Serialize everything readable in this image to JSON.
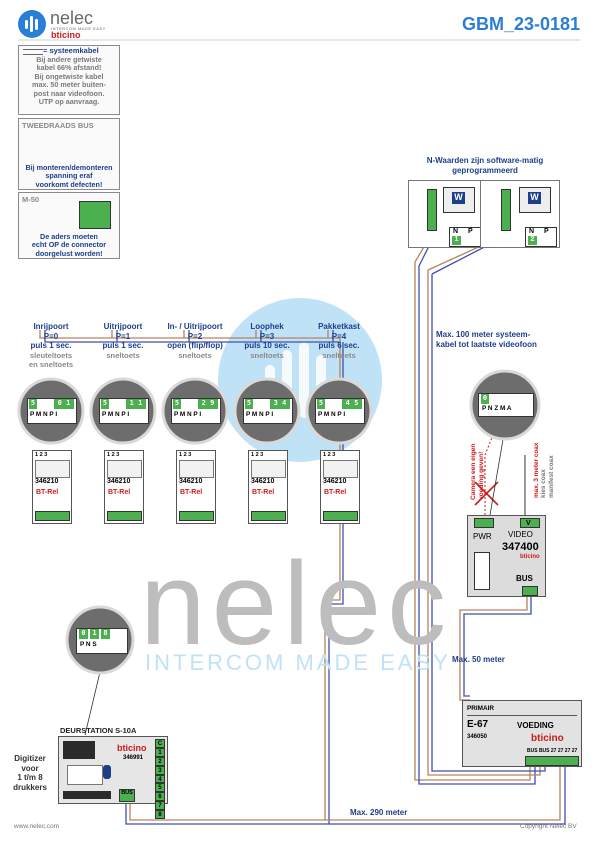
{
  "header": {
    "brand": "nelec",
    "brand_tagline": "INTERCOM MADE EASY",
    "sub_brand": "bticino",
    "doc_code": "GBM_23-0181"
  },
  "notes": {
    "cable": {
      "legend": "= systeemkabel",
      "lines": [
        "Bij andere getwiste",
        "kabel 66% afstand!",
        "Bij ongetwiste kabel",
        "max. 50 meter buiten-",
        "post naar videofoon.",
        "UTP op aanvraag."
      ]
    },
    "bus": {
      "title": "TWEEDRAADS BUS",
      "lines": [
        "Bij monteren/demonteren",
        "spanning eraf",
        "voorkomt defecten!"
      ]
    },
    "m50": {
      "title": "M-50",
      "lines": [
        "De aders moeten",
        "echt OP de connector",
        "doorgelust worden!"
      ]
    }
  },
  "relays": [
    {
      "title": "Inrijpoort",
      "param": "P=0",
      "pulse": "puls 1 sec.",
      "keys": [
        "sleuteltoets",
        "en sneltoets"
      ],
      "code_left": "5",
      "code_right": "0 1"
    },
    {
      "title": "Uitrijpoort",
      "param": "P=1",
      "pulse": "puls 1 sec.",
      "keys": [
        "sneltoets"
      ],
      "code_left": "5",
      "code_right": "1 1"
    },
    {
      "title": "In- / Uitrijpoort",
      "param": "P=2",
      "pulse": "open (flip/flop)",
      "keys": [
        "sneltoets"
      ],
      "code_left": "5",
      "code_right": "2 9"
    },
    {
      "title": "Loophek",
      "param": "P=3",
      "pulse": "puls 10 sec.",
      "keys": [
        "sneltoets"
      ],
      "code_left": "5",
      "code_right": "3 4"
    },
    {
      "title": "Pakketkast",
      "param": "P=4",
      "pulse": "puls 6 sec.",
      "keys": [
        "sneltoets"
      ],
      "code_left": "5",
      "code_right": "4 5"
    }
  ],
  "relay_module": {
    "model": "346210",
    "label": "BT-Rel",
    "config_letters": "P M N P I",
    "terminals": "1 2 3"
  },
  "monitors": {
    "title_lines": [
      "N-Waarden zijn software-matig",
      "geprogrammeerd"
    ],
    "items": [
      {
        "label": "N",
        "value": "1",
        "p_label": "P"
      },
      {
        "label": "N",
        "value": "2",
        "p_label": "P"
      }
    ],
    "screen_letter": "W"
  },
  "distances": {
    "bus_max": [
      "Max. 100 meter systeem-",
      "kabel tot laatste videofoon"
    ],
    "coax_max": [
      "max. 3 meter coax",
      "kies coax",
      "manifest coax"
    ],
    "camera_note": [
      "Camera een eigen",
      "voeding geven!"
    ],
    "max_50": "Max. 50 meter",
    "max_290": "Max. 290 meter"
  },
  "video_interface": {
    "model": "347400",
    "pwr": "PWR",
    "video": "VIDEO",
    "bus": "BUS",
    "v_label": "V",
    "zoom_code": "0",
    "zoom_letters": "P N Z M A"
  },
  "power_supply": {
    "model": "E-67",
    "title": "VOEDING",
    "brand": "bticino",
    "primair": "PRIMAIR",
    "ref": "346050",
    "terminals": "BUS BUS 27 27 27 27"
  },
  "door_station": {
    "title": "DEURSTATION S-10A",
    "model": "346991",
    "brand": "bticino",
    "digitizer": [
      "Digitizer",
      "voor",
      "1 t/m 8",
      "drukkers"
    ],
    "terminals": [
      "C",
      "1",
      "2",
      "3",
      "4",
      "5",
      "6",
      "7",
      "8"
    ],
    "bus_label": "BUS",
    "zoom_codes": [
      "0",
      "1",
      "8"
    ],
    "zoom_letters": "P N S"
  },
  "footer": {
    "left": "www.nelec.com",
    "right": "Copyright Nelec BV"
  },
  "colors": {
    "brand_blue": "#2a7fd4",
    "title_blue": "#1d3f8a",
    "red": "#cc1b1b",
    "cable_brown": "#b7835a",
    "cable_blue": "#3a52b5",
    "green": "#4caf50",
    "watermark_blue": "#bfe2f7"
  }
}
